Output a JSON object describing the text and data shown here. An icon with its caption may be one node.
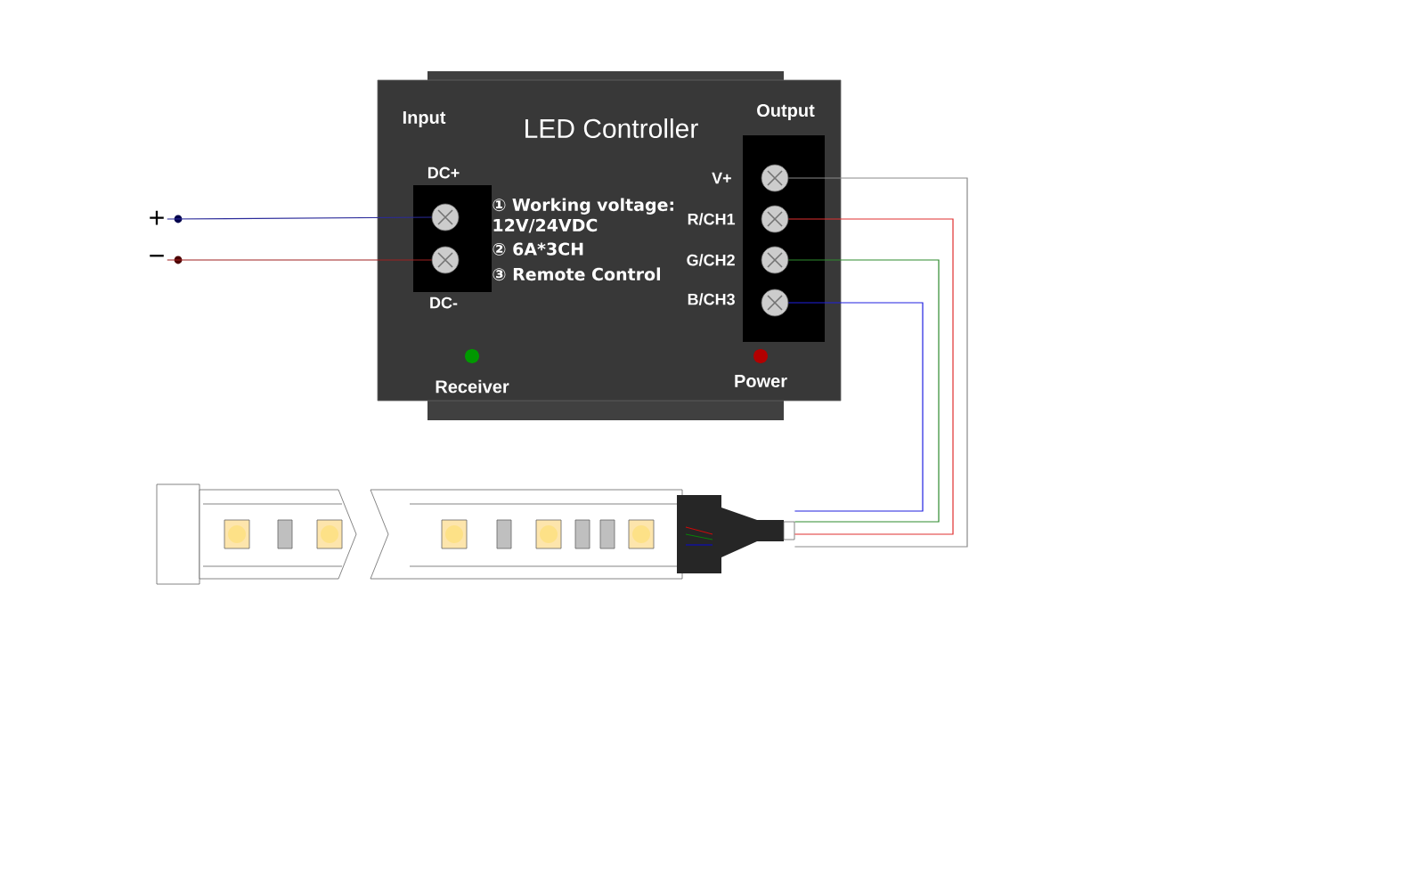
{
  "diagram": {
    "nodes": [
      {
        "text": [
          "LED Controller",
          "① Working voltage: 12V/24VDC",
          "② 6A*3CH",
          "③ Remote Control"
        ]
      },
      {
        "text": [],
        "shape": "circle",
        "beside": [
          "DC+"
        ],
        "in": 0
      },
      {
        "text": [],
        "shape": "circle",
        "beside": [
          "DC-"
        ],
        "in": 0
      },
      {
        "text": [],
        "shape": "circle",
        "beside": [
          "V+"
        ],
        "in": 0
      },
      {
        "text": [],
        "shape": "circle",
        "beside": [
          "R/CH1"
        ],
        "in": 0
      },
      {
        "text": [],
        "shape": "circle",
        "beside": [
          "G/CH2"
        ],
        "in": 0
      },
      {
        "text": [],
        "shape": "circle",
        "beside": [
          "B/CH3"
        ],
        "in": 0
      },
      {
        "text": [
          "+"
        ]
      },
      {
        "text": [
          "−"
        ]
      },
      {
        "text": [],
        "shape": "picture"
      }
    ],
    "edges": [
      {
        "from": 7,
        "to": 1,
        "arrow": "none",
        "color": "#2b2b9a"
      },
      {
        "from": 8,
        "to": 2,
        "arrow": "none",
        "color": "#a02020"
      },
      {
        "from": 3,
        "to": 9,
        "arrow": "none",
        "color": "#8a8a8a"
      },
      {
        "from": 4,
        "to": 9,
        "arrow": "none",
        "color": "#e03030"
      },
      {
        "from": 5,
        "to": 9,
        "arrow": "none",
        "color": "#2e8b2e"
      },
      {
        "from": 6,
        "to": 9,
        "arrow": "none",
        "color": "#2020e0"
      }
    ],
    "labels": [
      "Input",
      "Output",
      "Receiver",
      "Power"
    ]
  }
}
